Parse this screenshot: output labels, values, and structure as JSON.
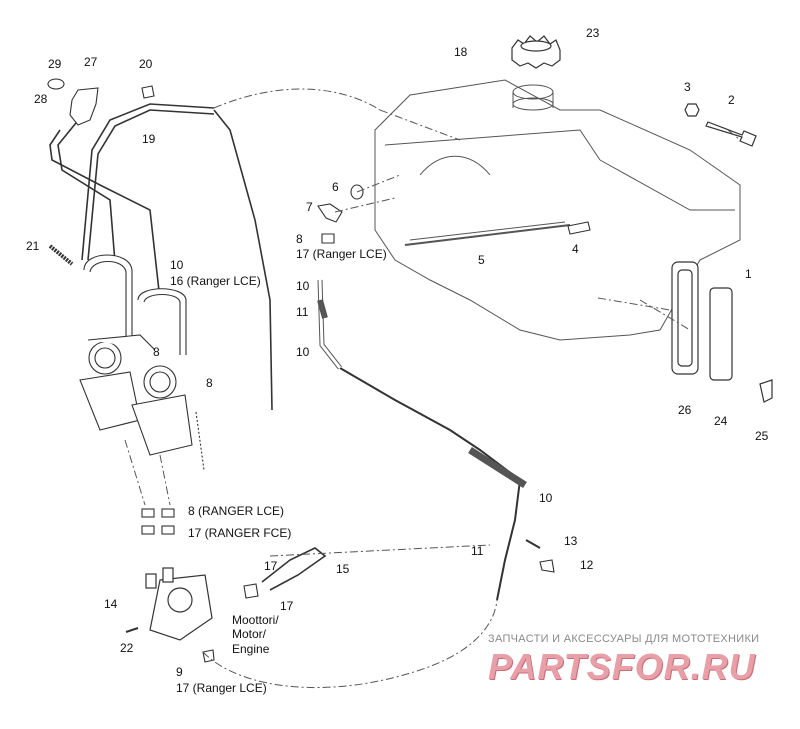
{
  "callouts": {
    "c1": "1",
    "c2": "2",
    "c3": "3",
    "c4": "4",
    "c5": "5",
    "c6": "6",
    "c7": "7",
    "c8a": "8",
    "c8b": "8",
    "c8c": "8",
    "c8d": "8 (RANGER LCE)",
    "c9": "9",
    "c10a": "10",
    "c10b": "10",
    "c10c": "10",
    "c10d": "10",
    "c11a": "11",
    "c11b": "11",
    "c12": "12",
    "c13": "13",
    "c14": "14",
    "c15": "15",
    "c16": "16 (Ranger LCE)",
    "c17a": "17 (Ranger LCE)",
    "c17b": "17 (RANGER FCE)",
    "c17c": "17",
    "c17d": "17",
    "c17e": "17 (Ranger LCE)",
    "c18": "18",
    "c19": "19",
    "c20": "20",
    "c21": "21",
    "c22": "22",
    "c23": "23",
    "c24": "24",
    "c25": "25",
    "c26": "26",
    "c27": "27",
    "c28": "28",
    "c29": "29"
  },
  "engine_note": {
    "line1": "Moottori/",
    "line2": "Motor/",
    "line3": "Engine"
  },
  "watermark": {
    "tagline": "ЗАПЧАСТИ И АКСЕССУАРЫ ДЛЯ МОТОТЕХНИКИ",
    "logo": "PARTSFOR.RU"
  },
  "colors": {
    "line": "#3a3a3a",
    "outline_grey": "#888888",
    "watermark_red": "#e8a0a8"
  }
}
